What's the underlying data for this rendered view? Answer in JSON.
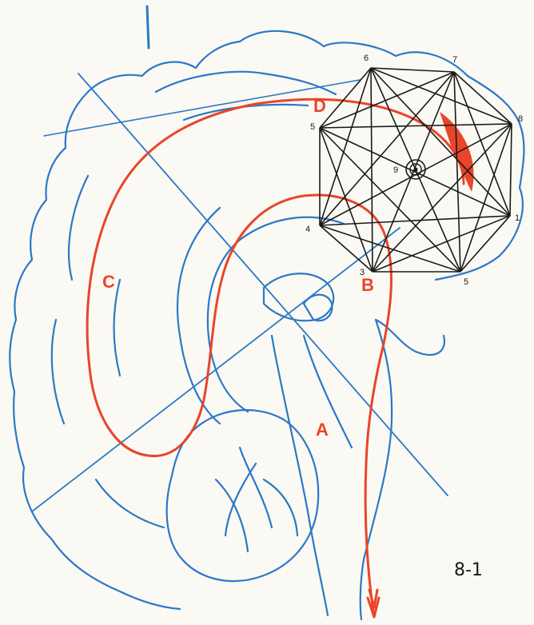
{
  "colors": {
    "ink_blue": "#2a78c8",
    "ink_red": "#e8452a",
    "ink_black": "#1a1a1a",
    "paper": "#fbf9f3"
  },
  "labels": {
    "pathway": [
      {
        "id": "A",
        "text": "A"
      },
      {
        "id": "B",
        "text": "B"
      },
      {
        "id": "C",
        "text": "C"
      },
      {
        "id": "D",
        "text": "D"
      }
    ],
    "vertices": [
      "6",
      "7",
      "5",
      "8",
      "9",
      "4",
      "1",
      "3",
      "5"
    ],
    "figure_code": "8-1"
  }
}
